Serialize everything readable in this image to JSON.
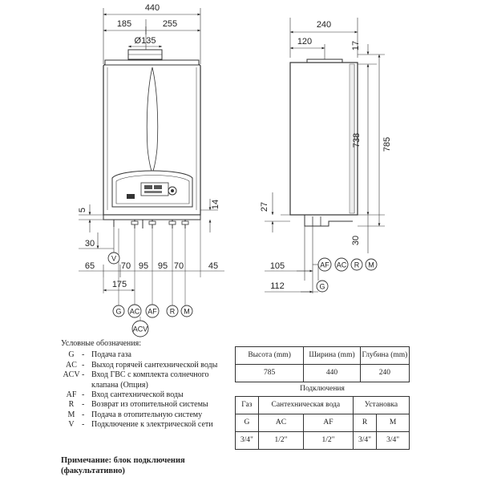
{
  "front_view": {
    "dims": {
      "total_width": "440",
      "left_part": "185",
      "right_part": "255",
      "flue_diameter": "Ø135",
      "left_offset": "5",
      "right_offset": "14",
      "bottom_offset": "30",
      "spacing": [
        "65",
        "70",
        "95",
        "95",
        "70",
        "45"
      ],
      "g_offset": "175"
    },
    "v_label": "V",
    "bottom_labels": [
      "G",
      "AC",
      "AF",
      "R",
      "M"
    ],
    "acv_label": "ACV"
  },
  "side_view": {
    "dims": {
      "depth": "240",
      "flue_offset": "120",
      "top_offset": "17",
      "body_height": "738",
      "total_height": "785",
      "left_offset": "27",
      "bottom_offset": "30",
      "conn_depth": "105",
      "gas_depth": "112"
    },
    "conn_labels": [
      "AF",
      "AC",
      "R",
      "M"
    ],
    "gas_label": "G"
  },
  "legend": {
    "title": "Условные обозначения:",
    "items": [
      {
        "code": "G",
        "text": "Подача газа"
      },
      {
        "code": "AC",
        "text": "Выход горячей сантехнической воды"
      },
      {
        "code": "ACV",
        "text": "Вход ГВС с комплекта солнечного клапана (Опция)"
      },
      {
        "code": "AF",
        "text": "Вход сантехнической воды"
      },
      {
        "code": "R",
        "text": "Возврат из отопительной системы"
      },
      {
        "code": "M",
        "text": "Подача в отопительную систему"
      },
      {
        "code": "V",
        "text": "Подключение к электрической сети"
      }
    ],
    "note": "Примечание: блок подключения (факультативно)"
  },
  "specs": {
    "headers": [
      "Высота (mm)",
      "Ширина (mm)",
      "Глубина (mm)"
    ],
    "values": [
      "785",
      "440",
      "240"
    ],
    "section_title": "Подключения",
    "groups": [
      "Газ",
      "Сантехническая вода",
      "Установка"
    ],
    "codes": [
      "G",
      "AC",
      "AF",
      "R",
      "M"
    ],
    "sizes": [
      "3/4\"",
      "1/2\"",
      "1/2\"",
      "3/4\"",
      "3/4\""
    ]
  }
}
